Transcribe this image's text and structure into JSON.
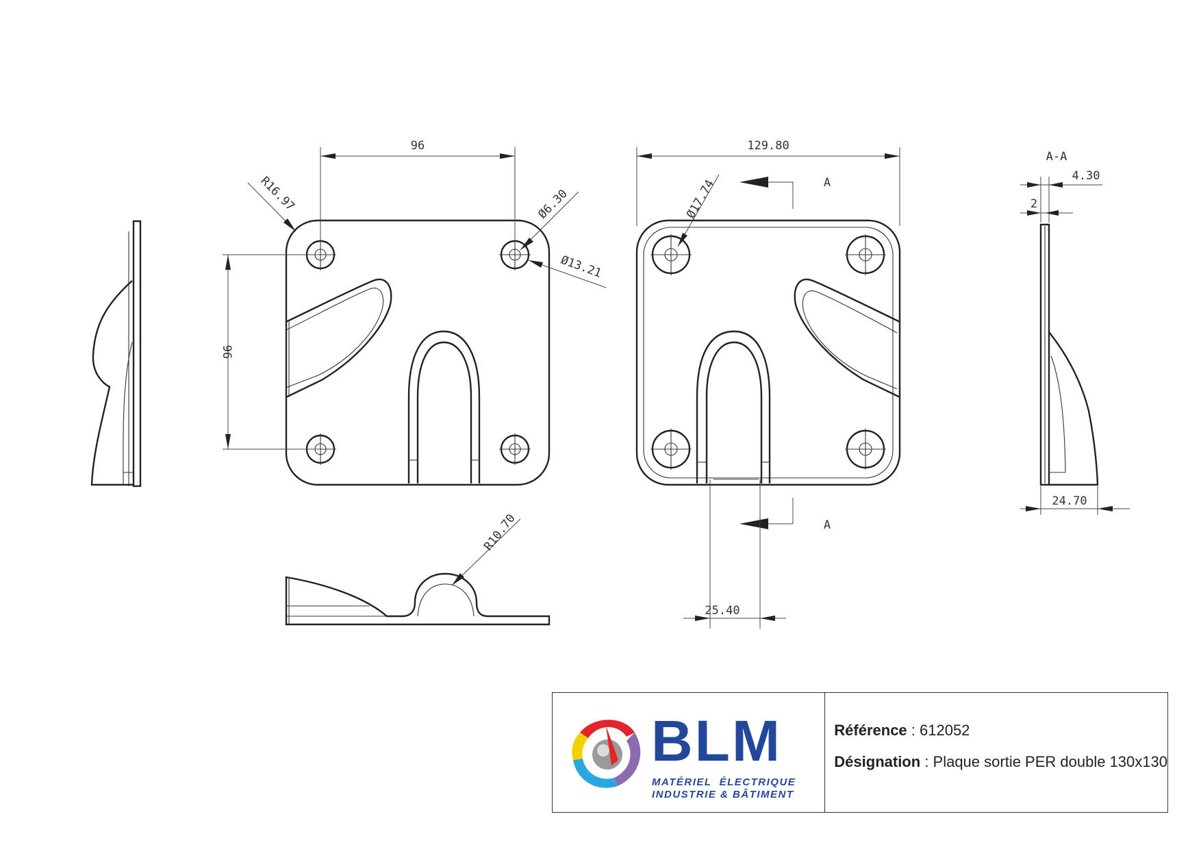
{
  "dimensions": {
    "d96_horizontal": "96",
    "d96_vertical": "96",
    "r16_97": "R16.97",
    "d6_30": "Ø6.30",
    "d13_21": "Ø13.21",
    "d129_80": "129.80",
    "d17_74": "Ø17.74",
    "r10_70": "R10.70",
    "d25_40": "25.40",
    "section_label": "A",
    "section_label_bottom": "A",
    "section_view_title": "A-A",
    "d4_30": "4.30",
    "d2": "2",
    "d24_70": "24.70"
  },
  "title_block": {
    "logo_text": "BLM",
    "logo_sub1": "MATÉRIEL  ÉLECTRIQUE",
    "logo_sub2": "INDUSTRIE & BÂTIMENT",
    "reference_label": "Référence",
    "reference_value": " : 612052",
    "designation_label": "Désignation",
    "designation_value": " : Plaque sortie PER double 130x130"
  },
  "colors": {
    "logo_blue": "#23479b",
    "logo_red": "#e3242b",
    "logo_yellow": "#f5d000",
    "logo_cyan": "#2aa7e0",
    "logo_purple": "#8c6bb1"
  }
}
